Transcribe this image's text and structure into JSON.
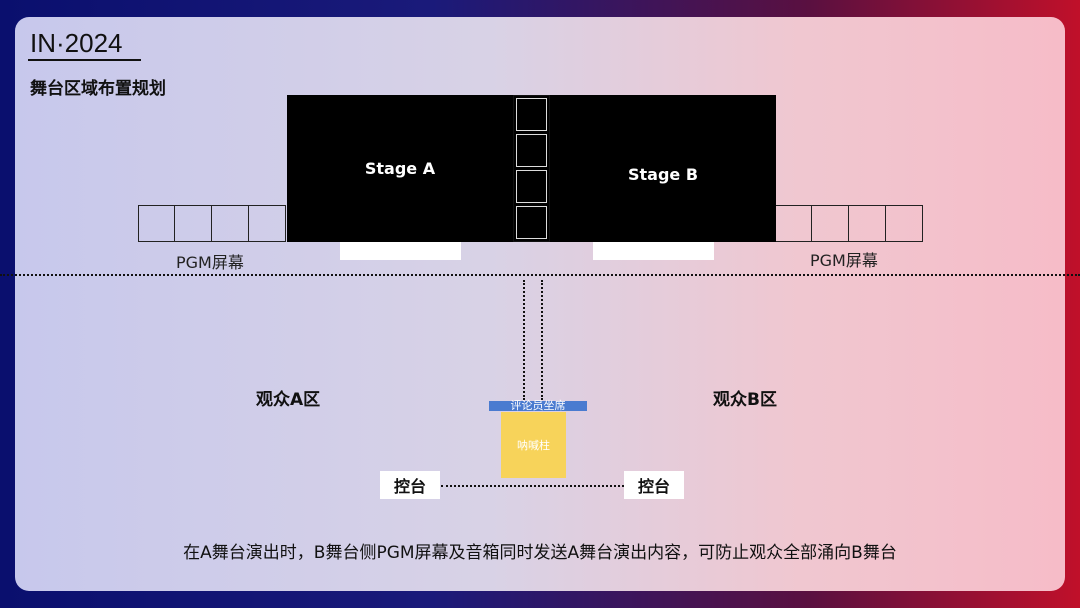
{
  "header": {
    "brand": "IN·2024",
    "title": "舞台区域布置规划"
  },
  "stages": {
    "a": "Stage A",
    "b": "Stage B"
  },
  "screens": {
    "left": "PGM屏幕",
    "right": "PGM屏幕"
  },
  "zones": {
    "a": "观众A区",
    "b": "观众B区"
  },
  "commentator": {
    "label": "评论员坐席",
    "color": "#4a7bd0"
  },
  "pillar": {
    "label": "呐喊柱",
    "color": "#f7d35a"
  },
  "consoles": {
    "left": "控台",
    "right": "控台"
  },
  "footer": "在A舞台演出时，B舞台侧PGM屏幕及音箱同时发送A舞台演出内容，可防止观众全部涌向B舞台"
}
